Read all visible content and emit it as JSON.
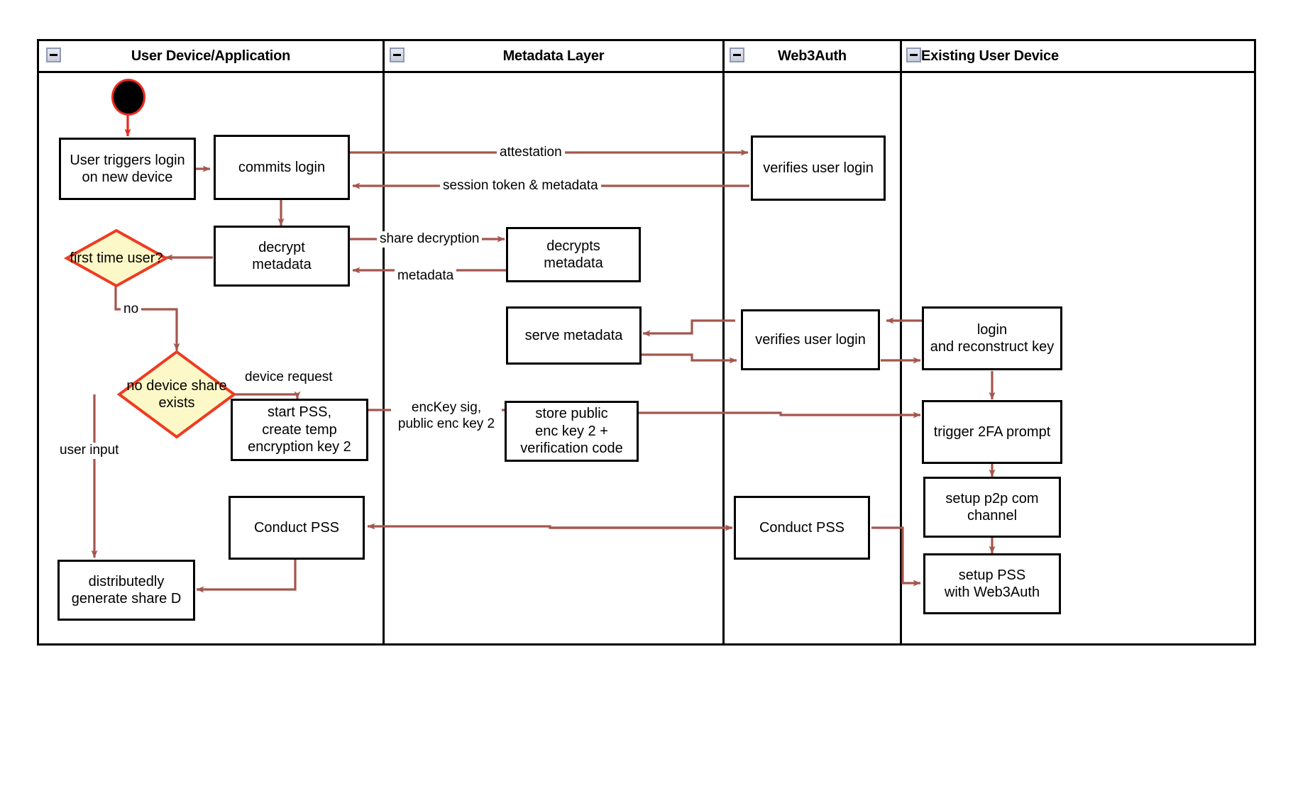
{
  "diagram": {
    "type": "swimlane-activity-diagram",
    "title": "Web3Auth new-device login flow",
    "colors": {
      "node_border": "#000000",
      "node_fill": "#ffffff",
      "edge": "#a4564d",
      "start_node_fill": "#000000",
      "start_node_border": "#ef2a1e",
      "decision_fill": "#fdf8c8",
      "decision_border": "#ef3b22",
      "lane_border": "#000000",
      "collapse_icon_fill": "#d2d6e2"
    },
    "lanes": [
      {
        "id": "lane-user-device",
        "title": "User Device/Application",
        "collapse_icon": "minus-box-icon"
      },
      {
        "id": "lane-metadata",
        "title": "Metadata Layer",
        "collapse_icon": "minus-box-icon"
      },
      {
        "id": "lane-web3auth",
        "title": "Web3Auth",
        "collapse_icon": "minus-box-icon"
      },
      {
        "id": "lane-existing-device",
        "title": "Existing User Device",
        "collapse_icon": "minus-box-icon"
      }
    ],
    "start_node": {
      "id": "start",
      "shape": "filled-circle",
      "lane": "lane-user-device"
    },
    "nodes": [
      {
        "id": "n-user-triggers-login",
        "lane": "lane-user-device",
        "shape": "rect",
        "lines": [
          "User triggers login",
          "on new device"
        ]
      },
      {
        "id": "n-commits-login",
        "lane": "lane-user-device",
        "shape": "rect",
        "lines": [
          "commits login"
        ]
      },
      {
        "id": "n-decrypt-metadata",
        "lane": "lane-user-device",
        "shape": "rect",
        "lines": [
          "decrypt",
          "metadata"
        ]
      },
      {
        "id": "n-first-time-user",
        "lane": "lane-user-device",
        "shape": "diamond",
        "lines": [
          "first time",
          "user?"
        ]
      },
      {
        "id": "n-no-device-share",
        "lane": "lane-user-device",
        "shape": "diamond",
        "lines": [
          "no device",
          "share exists"
        ]
      },
      {
        "id": "n-start-pss",
        "lane": "lane-user-device",
        "shape": "rect",
        "lines": [
          "start PSS,",
          "create temp",
          "encryption key 2"
        ]
      },
      {
        "id": "n-conduct-pss-user",
        "lane": "lane-user-device",
        "shape": "rect",
        "lines": [
          "Conduct PSS"
        ]
      },
      {
        "id": "n-distributedly-generate",
        "lane": "lane-user-device",
        "shape": "rect",
        "lines": [
          "distributedly",
          "generate share D"
        ]
      },
      {
        "id": "n-decrypts-metadata",
        "lane": "lane-metadata",
        "shape": "rect",
        "lines": [
          "decrypts",
          "metadata"
        ]
      },
      {
        "id": "n-serve-metadata",
        "lane": "lane-metadata",
        "shape": "rect",
        "lines": [
          "serve metadata"
        ]
      },
      {
        "id": "n-store-public-enc-key",
        "lane": "lane-metadata",
        "shape": "rect",
        "lines": [
          "store public",
          "enc key 2 +",
          "verification code"
        ]
      },
      {
        "id": "n-verifies-user-login-1",
        "lane": "lane-web3auth",
        "shape": "rect",
        "lines": [
          "verifies user login"
        ]
      },
      {
        "id": "n-verifies-user-login-2",
        "lane": "lane-web3auth",
        "shape": "rect",
        "lines": [
          "verifies user login"
        ]
      },
      {
        "id": "n-conduct-pss-web3auth",
        "lane": "lane-web3auth",
        "shape": "rect",
        "lines": [
          "Conduct PSS"
        ]
      },
      {
        "id": "n-login-reconstruct-key",
        "lane": "lane-existing-device",
        "shape": "rect",
        "lines": [
          "login",
          "and reconstruct key"
        ]
      },
      {
        "id": "n-trigger-2fa",
        "lane": "lane-existing-device",
        "shape": "rect",
        "lines": [
          "trigger 2FA prompt"
        ]
      },
      {
        "id": "n-setup-p2p",
        "lane": "lane-existing-device",
        "shape": "rect",
        "lines": [
          "setup p2p com",
          "channel"
        ]
      },
      {
        "id": "n-setup-pss-web3auth",
        "lane": "lane-existing-device",
        "shape": "rect",
        "lines": [
          "setup PSS",
          "with Web3Auth"
        ]
      }
    ],
    "edge_labels": [
      {
        "id": "el-attestation",
        "lines": [
          "attestation"
        ],
        "from": "n-commits-login",
        "to": "n-verifies-user-login-1"
      },
      {
        "id": "el-session-token",
        "lines": [
          "session token & metadata"
        ],
        "from": "n-verifies-user-login-1",
        "to": "n-commits-login"
      },
      {
        "id": "el-share-decryption",
        "lines": [
          "share decryption"
        ],
        "from": "n-decrypt-metadata",
        "to": "n-decrypts-metadata"
      },
      {
        "id": "el-metadata",
        "lines": [
          "metadata"
        ],
        "from": "n-decrypts-metadata",
        "to": "n-decrypt-metadata"
      },
      {
        "id": "el-no",
        "lines": [
          "no"
        ],
        "from": "n-first-time-user",
        "to": "n-no-device-share"
      },
      {
        "id": "el-device-request",
        "lines": [
          "device request"
        ],
        "from": "n-no-device-share",
        "to": "n-start-pss"
      },
      {
        "id": "el-user-input",
        "lines": [
          "user input"
        ],
        "from": "n-no-device-share",
        "to": "n-distributedly-generate"
      },
      {
        "id": "el-enckey-sig",
        "lines": [
          "encKey sig,",
          "public enc key 2"
        ],
        "from": "n-start-pss",
        "to": "n-store-public-enc-key"
      }
    ]
  }
}
